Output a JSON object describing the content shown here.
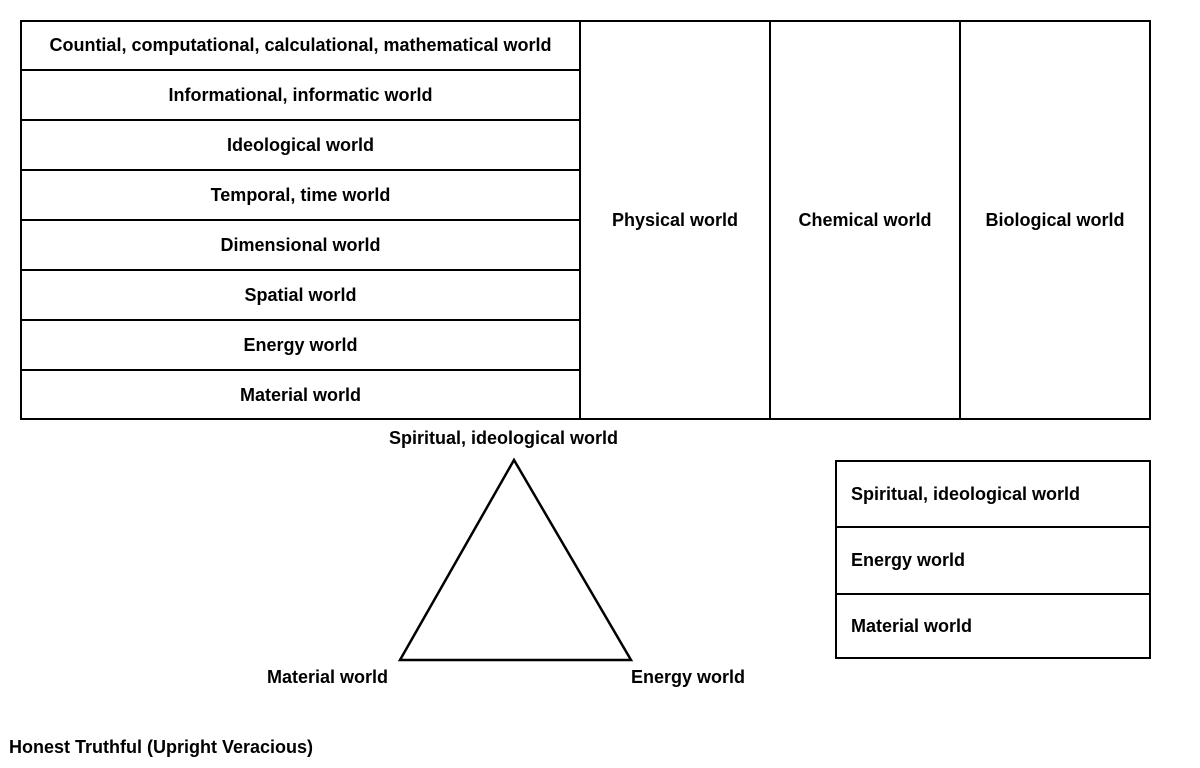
{
  "left_worlds": [
    {
      "label": "Countial, computational, calculational, mathematical world"
    },
    {
      "label": "Informational, informatic world"
    },
    {
      "label": "Ideological world"
    },
    {
      "label": "Temporal, time world"
    },
    {
      "label": "Dimensional world"
    },
    {
      "label": "Spatial world"
    },
    {
      "label": "Energy world"
    },
    {
      "label": "Material world"
    }
  ],
  "columns": [
    {
      "label": "Physical world"
    },
    {
      "label": "Chemical world"
    },
    {
      "label": "Biological world"
    }
  ],
  "triangle": {
    "top_label": "Spiritual, ideological world",
    "bottom_left_label": "Material world",
    "bottom_right_label": "Energy world"
  },
  "legend": [
    {
      "label": "Spiritual, ideological world"
    },
    {
      "label": "Energy world"
    },
    {
      "label": "Material world"
    }
  ],
  "footer": {
    "text": "Honest Truthful (Upright Veracious)"
  }
}
